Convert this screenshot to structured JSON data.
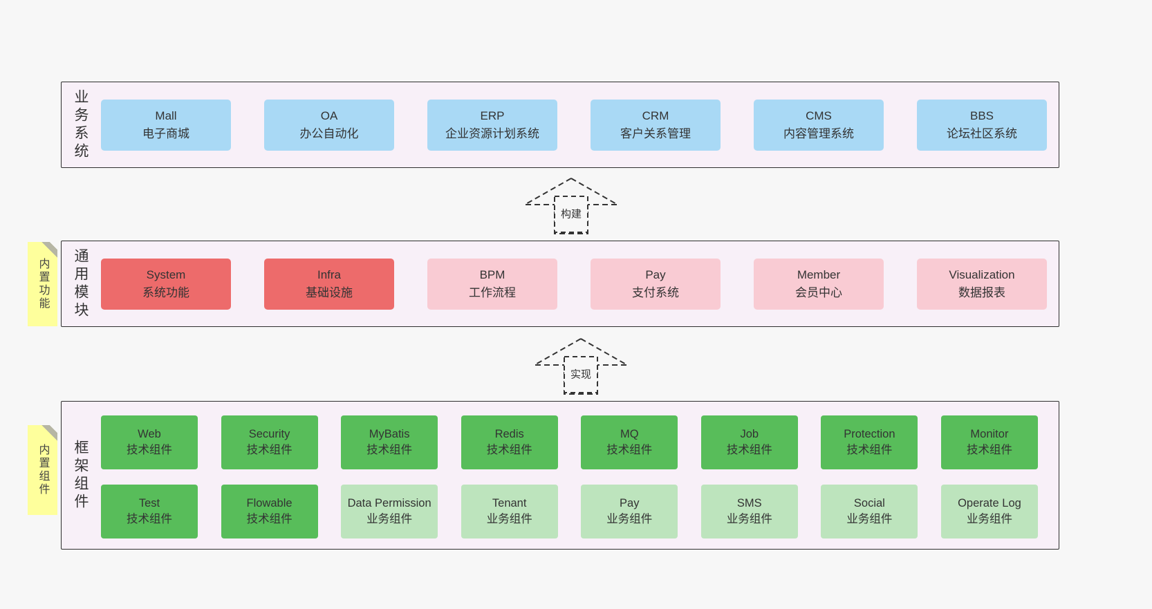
{
  "sections": {
    "business": {
      "side_label": "业务系统",
      "boxes": [
        {
          "title": "Mall",
          "subtitle": "电子商城"
        },
        {
          "title": "OA",
          "subtitle": "办公自动化"
        },
        {
          "title": "ERP",
          "subtitle": "企业资源计划系统"
        },
        {
          "title": "CRM",
          "subtitle": "客户关系管理"
        },
        {
          "title": "CMS",
          "subtitle": "内容管理系统"
        },
        {
          "title": "BBS",
          "subtitle": "论坛社区系统"
        }
      ]
    },
    "modules": {
      "tab": "内置功能",
      "side_label": "通用模块",
      "boxes": [
        {
          "title": "System",
          "subtitle": "系统功能"
        },
        {
          "title": "Infra",
          "subtitle": "基础设施"
        },
        {
          "title": "BPM",
          "subtitle": "工作流程"
        },
        {
          "title": "Pay",
          "subtitle": "支付系统"
        },
        {
          "title": "Member",
          "subtitle": "会员中心"
        },
        {
          "title": "Visualization",
          "subtitle": "数据报表"
        }
      ]
    },
    "components": {
      "tab": "内置组件",
      "side_label": "框架组件",
      "row1": [
        {
          "title": "Web",
          "subtitle": "技术组件"
        },
        {
          "title": "Security",
          "subtitle": "技术组件"
        },
        {
          "title": "MyBatis",
          "subtitle": "技术组件"
        },
        {
          "title": "Redis",
          "subtitle": "技术组件"
        },
        {
          "title": "MQ",
          "subtitle": "技术组件"
        },
        {
          "title": "Job",
          "subtitle": "技术组件"
        },
        {
          "title": "Protection",
          "subtitle": "技术组件"
        },
        {
          "title": "Monitor",
          "subtitle": "技术组件"
        }
      ],
      "row2": [
        {
          "title": "Test",
          "subtitle": "技术组件"
        },
        {
          "title": "Flowable",
          "subtitle": "技术组件"
        },
        {
          "title": "Data Permission",
          "subtitle": "业务组件"
        },
        {
          "title": "Tenant",
          "subtitle": "业务组件"
        },
        {
          "title": "Pay",
          "subtitle": "业务组件"
        },
        {
          "title": "SMS",
          "subtitle": "业务组件"
        },
        {
          "title": "Social",
          "subtitle": "业务组件"
        },
        {
          "title": "Operate Log",
          "subtitle": "业务组件"
        }
      ]
    }
  },
  "arrows": {
    "build": "构建",
    "implement": "实现"
  },
  "colors": {
    "blue_box": "#a9d9f5",
    "red_box": "#ed6b6b",
    "pink_box": "#f9cbd3",
    "green_box": "#58bd5a",
    "light_green_box": "#bde4bd",
    "panel_bg": "#f8f0f8",
    "sticky_yellow": "#feff9c",
    "page_bg": "#f7f7f7"
  }
}
